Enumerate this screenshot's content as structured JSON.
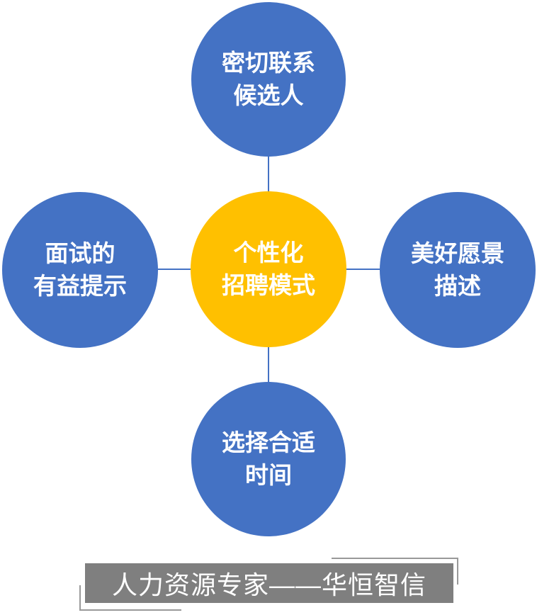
{
  "center": {
    "line1": "个性化",
    "line2": "招聘模式",
    "color": "#ffc000"
  },
  "nodes": {
    "top": {
      "line1": "密切联系",
      "line2": "候选人"
    },
    "left": {
      "line1": "面试的",
      "line2": "有益提示"
    },
    "right": {
      "line1": "美好愿景",
      "line2": "描述"
    },
    "bottom": {
      "line1": "选择合适",
      "line2": "时间"
    }
  },
  "node_color": "#4472c4",
  "banner": {
    "text": "人力资源专家——华恒智信"
  }
}
